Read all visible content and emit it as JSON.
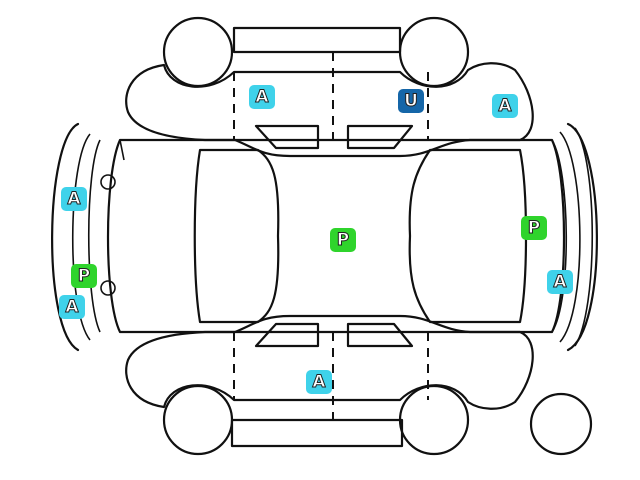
{
  "colors": {
    "A": "#3fd2ea",
    "P": "#2fd42c",
    "U": "#1566a8"
  },
  "markers": [
    {
      "label": "A",
      "type": "A"
    },
    {
      "label": "U",
      "type": "U"
    },
    {
      "label": "A",
      "type": "A"
    },
    {
      "label": "A",
      "type": "A"
    },
    {
      "label": "P",
      "type": "P"
    },
    {
      "label": "P",
      "type": "P"
    },
    {
      "label": "A",
      "type": "A"
    },
    {
      "label": "P",
      "type": "P"
    },
    {
      "label": "A",
      "type": "A"
    },
    {
      "label": "A",
      "type": "A"
    }
  ]
}
